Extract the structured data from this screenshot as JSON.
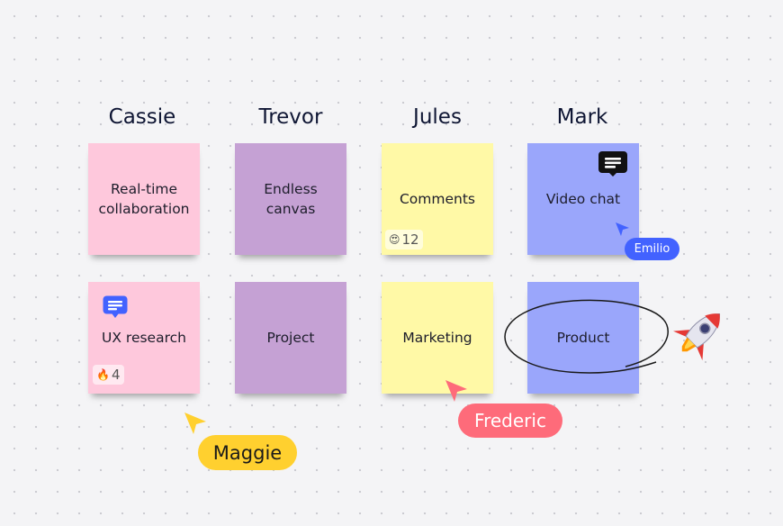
{
  "columns": [
    {
      "name": "Cassie"
    },
    {
      "name": "Trevor"
    },
    {
      "name": "Jules"
    },
    {
      "name": "Mark"
    }
  ],
  "notes": {
    "cassie_1": {
      "text": "Real-time collaboration",
      "color": "#fec8dc"
    },
    "trevor_1": {
      "text": "Endless canvas",
      "color": "#c5a1d4"
    },
    "jules_1": {
      "text": "Comments",
      "color": "#fff9a6"
    },
    "mark_1": {
      "text": "Video chat",
      "color": "#9aa6fb"
    },
    "cassie_2": {
      "text": "UX research",
      "color": "#fec8dc"
    },
    "trevor_2": {
      "text": "Project",
      "color": "#c5a1d4"
    },
    "jules_2": {
      "text": "Marketing",
      "color": "#fff9a6"
    },
    "mark_2": {
      "text": "Product",
      "color": "#9aa6fb"
    }
  },
  "reactions": {
    "comments": {
      "emoji": "heart-eyes-emoji",
      "count": "12"
    },
    "ux_research": {
      "emoji": "fire-emoji",
      "count": "4"
    }
  },
  "collaborators": {
    "emilio": {
      "name": "Emilio",
      "color": "#4262ff"
    },
    "maggie": {
      "name": "Maggie",
      "color": "#ffd02f"
    },
    "frederic": {
      "name": "Frederic",
      "color": "#fe6b7a"
    }
  },
  "icons": {
    "comment_black": "comment-icon",
    "comment_blue": "comment-icon",
    "rocket": "rocket-icon"
  }
}
